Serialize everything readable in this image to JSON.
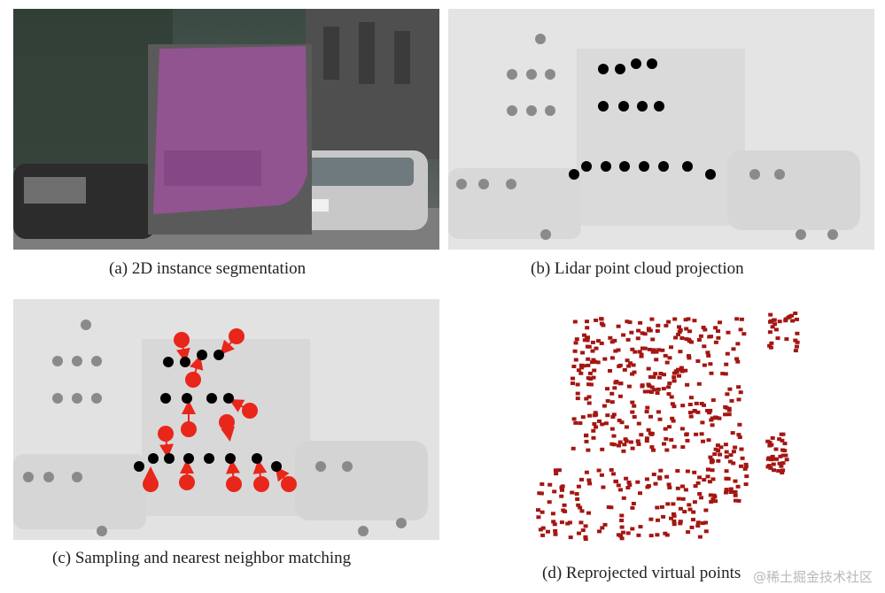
{
  "panels": [
    {
      "id": "a",
      "caption": "(a) 2D instance segmentation"
    },
    {
      "id": "b",
      "caption": "(b) Lidar point cloud projection"
    },
    {
      "id": "c",
      "caption": "(c) Sampling and nearest neighbor matching"
    },
    {
      "id": "d",
      "caption": "(d) Reprojected virtual points"
    }
  ],
  "watermark": "@稀土掘金技术社区",
  "colors": {
    "mask": "#a0529f",
    "lidar_point": "#000000",
    "background_point": "#8a8a8a",
    "virtual_sample": "#e8261a",
    "reprojected_point": "#a31612"
  },
  "icons": {
    "watermark_mark": "at-sign"
  }
}
